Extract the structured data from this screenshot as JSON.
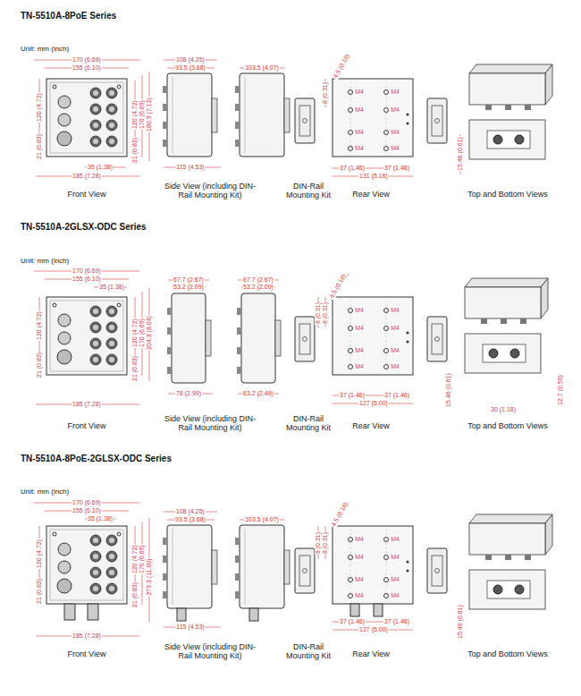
{
  "diagram": {
    "labels": [
      "TN-5510A-8PoE Series",
      "Unit: mm (inch)",
      "170 (6.69)",
      "155 (6.10)",
      "120 (4.72)",
      "21 (0.83)",
      "120 (4.72)",
      "170 (6.69)",
      "180.9 (7.12)",
      "21 (0.83)",
      "35 (1.38)",
      "185 (7.28)",
      "Front View",
      "108 (4.25)",
      "93.5 (3.68)",
      "115 (4.53)",
      "Side View (including DIN-Rail Mounting Kit)",
      "103.5 (4.07)",
      "DIN-Rail Mounting Kit",
      "4.5 (0.18)",
      "8 (0.31)",
      "M4",
      "M4",
      "M4",
      "M4",
      "M4",
      "M4",
      "M4",
      "M4",
      "37 (1.46)",
      "37 (1.46)",
      "131 (5.16)",
      "Rear View",
      "15.46 (0.61)",
      "Top and Bottom Views",
      "TN-5510A-2GLSX-ODC Series",
      "Unit: mm (inch)",
      "170 (6.69)",
      "155 (6.10)",
      "35 (1.38)",
      "120 (4.72)",
      "21 (0.83)",
      "120 (4.72)",
      "170 (6.69)",
      "204.3 (8.04)",
      "21 (0.83)",
      "185 (7.28)",
      "Front View",
      "67.7 (2.67)",
      "53.2 (2.09)",
      "76 (2.99)",
      "Side View (including DIN-Rail Mounting Kit)",
      "67.7 (2.67)",
      "53.2 (2.09)",
      "63.2 (2.49)",
      "DIN-Rail Mounting Kit",
      "4.5 (0.18)",
      "8 (0.31)",
      "8 (0.31)",
      "M4",
      "M4",
      "M4",
      "M4",
      "M4",
      "M4",
      "M4",
      "M4",
      "37 (1.46)",
      "37 (1.46)",
      "127 (5.00)",
      "Rear View",
      "15.46 (0.61)",
      "30 (1.18)",
      "12.7 (0.50)",
      "Top and Bottom Views",
      "TN-5510A-8PoE-2GLSX-ODC Series",
      "Unit: mm (inch)",
      "170 (6.69)",
      "155 (6.10)",
      "35 (1.38)",
      "120 (4.72)",
      "21 (0.83)",
      "120 (4.72)",
      "170 (6.69)",
      "279.3 (11.00)",
      "21 (0.83)",
      "185 (7.28)",
      "Front View",
      "108 (4.25)",
      "93.5 (3.68)",
      "115 (4.53)",
      "Side View (including DIN-Rail Mounting Kit)",
      "103.5 (4.07)",
      "DIN-Rail Mounting Kit",
      "4.5 (0.18)",
      "8 (0.31)",
      "8 (0.31)",
      "M4",
      "M4",
      "M4",
      "M4",
      "M4",
      "M4",
      "M4",
      "M4",
      "37 (1.46)",
      "37 (1.46)",
      "127 (5.00)",
      "Rear View",
      "15.46 (0.61)",
      "Top and Bottom Views"
    ]
  }
}
